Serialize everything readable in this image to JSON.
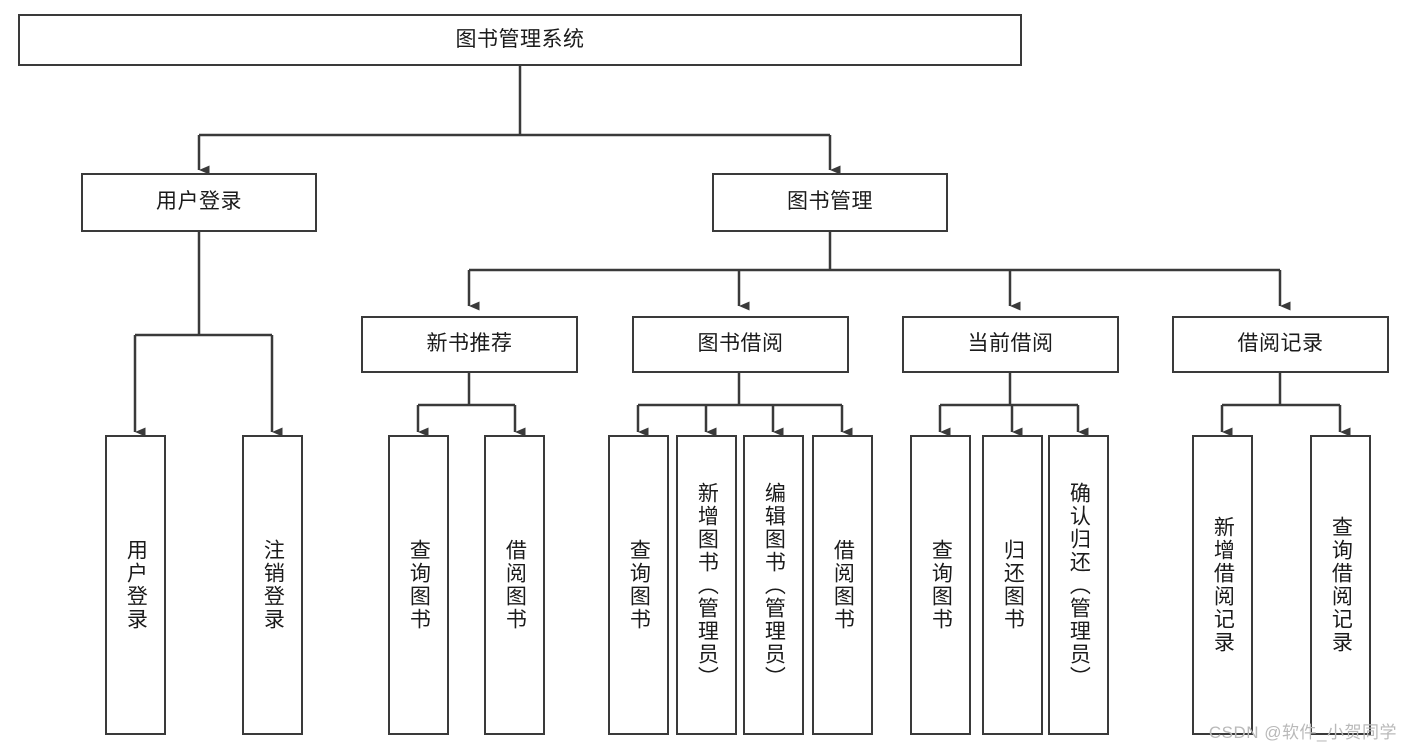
{
  "diagram": {
    "type": "tree-hierarchy-diagram",
    "title": "图书管理系统",
    "orientation": "top-down",
    "line_color": "#3a3a3a",
    "box_fill": "#ffffff",
    "box_border": "#3a3a3a",
    "levels": 4
  },
  "nodes": {
    "root": {
      "label": "图书管理系统",
      "level": 1
    },
    "level2": [
      {
        "id": "user-login",
        "label": "用户登录"
      },
      {
        "id": "book-manage",
        "label": "图书管理"
      }
    ],
    "level3": [
      {
        "id": "new-book-recommend",
        "label": "新书推荐",
        "parent": "book-manage"
      },
      {
        "id": "book-borrow",
        "label": "图书借阅",
        "parent": "book-manage"
      },
      {
        "id": "current-borrow",
        "label": "当前借阅",
        "parent": "book-manage"
      },
      {
        "id": "borrow-record",
        "label": "借阅记录",
        "parent": "book-manage"
      }
    ],
    "leaves": [
      {
        "id": "leaf-user-login",
        "label": "用户登录",
        "parent": "user-login"
      },
      {
        "id": "leaf-user-logout",
        "label": "注销登录",
        "parent": "user-login"
      },
      {
        "id": "leaf-query-book-rec",
        "label": "查询图书",
        "parent": "new-book-recommend"
      },
      {
        "id": "leaf-borrow-book-rec",
        "label": "借阅图书",
        "parent": "new-book-recommend"
      },
      {
        "id": "leaf-query-book-borrow",
        "label": "查询图书",
        "parent": "book-borrow"
      },
      {
        "id": "leaf-add-book-admin",
        "label": "新增图书（管理员）",
        "parent": "book-borrow"
      },
      {
        "id": "leaf-edit-book-admin",
        "label": "编辑图书（管理员）",
        "parent": "book-borrow"
      },
      {
        "id": "leaf-borrow-book",
        "label": "借阅图书",
        "parent": "book-borrow"
      },
      {
        "id": "leaf-query-book-current",
        "label": "查询图书",
        "parent": "current-borrow"
      },
      {
        "id": "leaf-return-book",
        "label": "归还图书",
        "parent": "current-borrow"
      },
      {
        "id": "leaf-confirm-return-admin",
        "label": "确认归还（管理员）",
        "parent": "current-borrow"
      },
      {
        "id": "leaf-add-borrow-record",
        "label": "新增借阅记录",
        "parent": "borrow-record"
      },
      {
        "id": "leaf-query-borrow-record",
        "label": "查询借阅记录",
        "parent": "borrow-record"
      }
    ]
  },
  "watermark": {
    "text": "CSDN @软件_小贺同学"
  }
}
